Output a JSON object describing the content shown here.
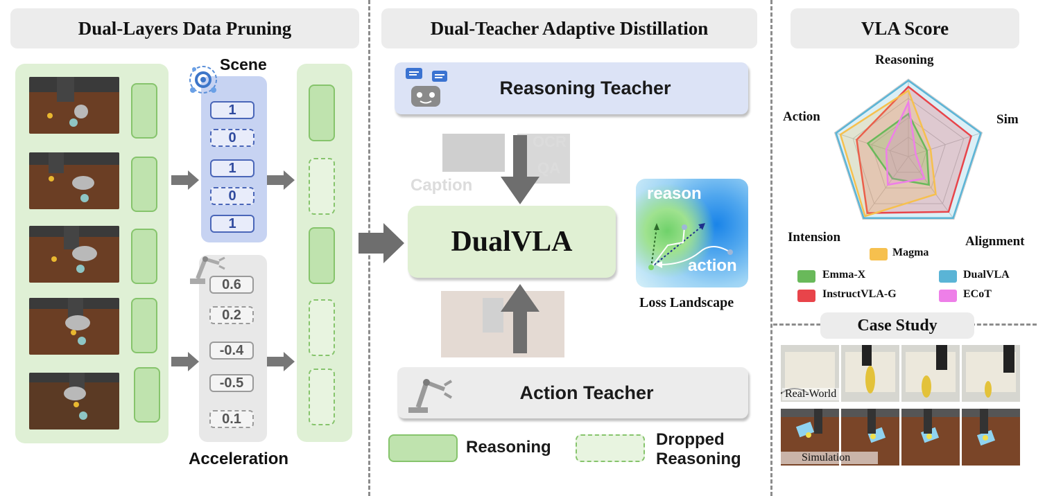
{
  "sections": {
    "pruning_title": "Dual-Layers Data Pruning",
    "distill_title": "Dual-Teacher Adaptive Distillation",
    "score_title": "VLA Score"
  },
  "pruning": {
    "scene_label": "Scene",
    "acceleration_label": "Acceleration",
    "scene_values": [
      "1",
      "0",
      "1",
      "0",
      "1"
    ],
    "acceleration_values": [
      "0.6",
      "0.2",
      "-0.4",
      "-0.5",
      "0.1"
    ]
  },
  "distill": {
    "reasoning_teacher": "Reasoning Teacher",
    "action_teacher": "Action Teacher",
    "model_name": "DualVLA",
    "faded_caption": "Caption",
    "faded_ocr": "OCR",
    "faded_qa": "QA",
    "loss_reason": "reason",
    "loss_action": "action",
    "loss_caption": "Loss Landscape",
    "legend_reasoning": "Reasoning",
    "legend_dropped_line1": "Dropped",
    "legend_dropped_line2": "Reasoning"
  },
  "case_study": {
    "title": "Case Study",
    "real_world": "Real-World",
    "simulation": "Simulation"
  },
  "chart_data": {
    "type": "radar",
    "axes": [
      "Reasoning",
      "Sim",
      "Alignment",
      "Intension",
      "Action"
    ],
    "range": [
      0,
      1
    ],
    "series": [
      {
        "name": "DualVLA",
        "color": "#5ab4d6",
        "values": [
          0.98,
          0.98,
          0.98,
          0.98,
          0.98
        ]
      },
      {
        "name": "InstructVLA-G",
        "color": "#e8444a",
        "values": [
          0.9,
          0.85,
          0.88,
          0.9,
          0.7
        ]
      },
      {
        "name": "Magma",
        "color": "#f6c04e",
        "values": [
          0.85,
          0.3,
          0.6,
          0.95,
          0.92
        ]
      },
      {
        "name": "Emma-X",
        "color": "#69b95a",
        "values": [
          0.55,
          0.25,
          0.45,
          0.35,
          0.55
        ]
      },
      {
        "name": "ECoT",
        "color": "#ee7fe8",
        "values": [
          0.7,
          0.1,
          0.35,
          0.45,
          0.3
        ]
      }
    ],
    "legend": [
      "Magma",
      "Emma-X",
      "DualVLA",
      "InstructVLA-G",
      "ECoT"
    ]
  }
}
